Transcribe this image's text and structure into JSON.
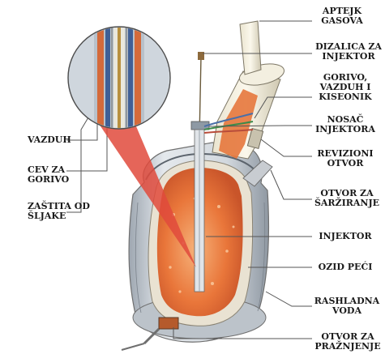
{
  "labels_left": [
    {
      "id": "vazduh",
      "text": "VAZDUH"
    },
    {
      "id": "cev",
      "text": "CEV ZA\nGORIVO"
    },
    {
      "id": "zastita",
      "text": "ZAŠTITA OD\nŠLJAKE"
    }
  ],
  "labels_right": [
    {
      "id": "aptejk",
      "text": "APTEJK\nGASOVA"
    },
    {
      "id": "dizalica",
      "text": "DIZALICA ZA\nINJEKTOR"
    },
    {
      "id": "gorivo",
      "text": "GORIVO,\nVAZDUH I\nKISEONIK"
    },
    {
      "id": "nosac",
      "text": "NOSAČ\nINJEKTORA"
    },
    {
      "id": "revizioni",
      "text": "REVIZIONI\nOTVOR"
    },
    {
      "id": "otvor_sarz",
      "text": "OTVOR ZA\nŠARŽIRANJE"
    },
    {
      "id": "injektor",
      "text": "INJEKTOR"
    },
    {
      "id": "ozid",
      "text": "OZID PEĆI"
    },
    {
      "id": "rashladna",
      "text": "RASHLADNA\nVODA"
    },
    {
      "id": "otvor_praz",
      "text": "OTVOR ZA\nPRAŽNJENJE"
    }
  ],
  "colors": {
    "outline": "#6f6f6f",
    "shell": "#d9dee4",
    "shell_dark": "#a7afb8",
    "lining": "#e9e2d2",
    "melt": "#e8743a",
    "melt_light": "#f3a26a",
    "flame": "#d93a30",
    "leader": "#444444",
    "lens_bg": "#cfd6dd"
  }
}
